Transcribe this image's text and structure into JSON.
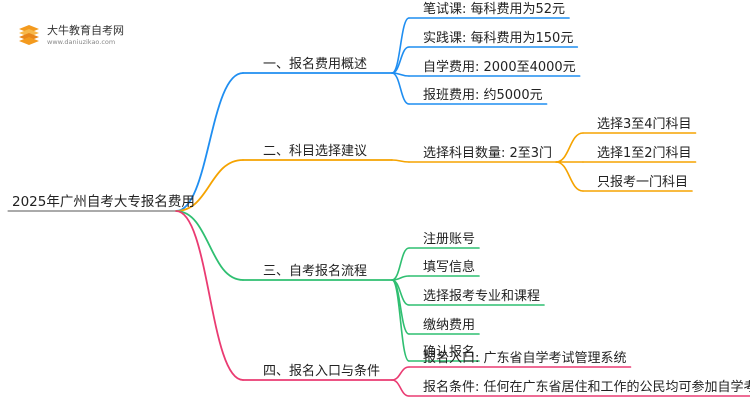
{
  "logo": {
    "name": "大牛教育自考网",
    "url": "www.daniuzikao.com"
  },
  "colors": {
    "blue": "#1f8ef1",
    "orange": "#f5a300",
    "green": "#2fbf71",
    "pink": "#ea3b72"
  },
  "mindmap": {
    "root": "2025年广州自考大专报名费用",
    "branches": [
      {
        "label": "一、报名费用概述",
        "color": "blue",
        "children": [
          {
            "label": "笔试课: 每科费用为52元"
          },
          {
            "label": "实践课: 每科费用为150元"
          },
          {
            "label": "自学费用: 2000至4000元"
          },
          {
            "label": "报班费用: 约5000元"
          }
        ]
      },
      {
        "label": "二、科目选择建议",
        "color": "orange",
        "children": [
          {
            "label": "选择科目数量: 2至3门",
            "children": [
              {
                "label": "选择3至4门科目"
              },
              {
                "label": "选择1至2门科目"
              },
              {
                "label": "只报考一门科目"
              }
            ]
          }
        ]
      },
      {
        "label": "三、自考报名流程",
        "color": "green",
        "children": [
          {
            "label": "注册账号"
          },
          {
            "label": "填写信息"
          },
          {
            "label": "选择报考专业和课程"
          },
          {
            "label": "缴纳费用"
          },
          {
            "label": "确认报名"
          }
        ]
      },
      {
        "label": "四、报名入口与条件",
        "color": "pink",
        "children": [
          {
            "label": "报名入口: 广东省自学考试管理系统"
          },
          {
            "label": "报名条件: 任何在广东省居住和工作的公民均可参加自学考试"
          }
        ]
      }
    ]
  }
}
